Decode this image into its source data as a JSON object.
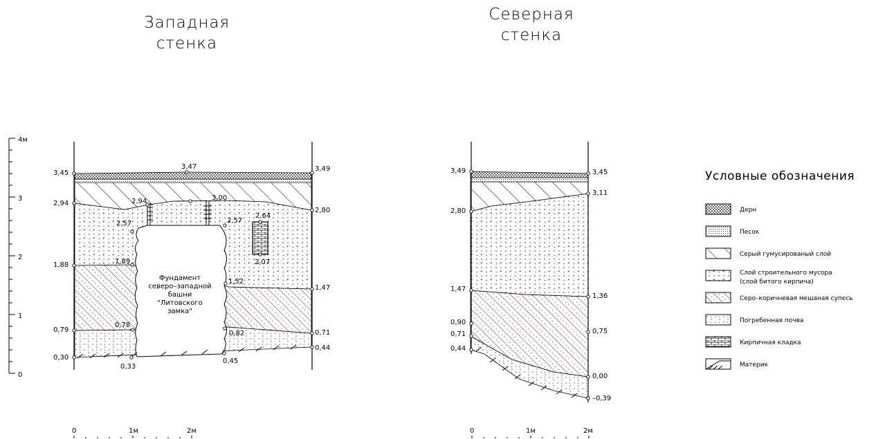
{
  "west_section": {
    "title_line1": "Западная",
    "title_line2": "стенка",
    "foundation_label": [
      "Фундамент",
      "северо–западной",
      "башни",
      "\"Литовского",
      "замка\""
    ],
    "elevations": {
      "left_top": "3,45",
      "left_turf_base": "2,94",
      "left_1_88": "1,88",
      "left_0_79": "0,79",
      "left_0_30": "0,30",
      "top_mid": "3,47",
      "right_top": "3,49",
      "right_2_80": "2,80",
      "right_1_47": "1,47",
      "right_0_71": "0,71",
      "right_0_44": "0,44",
      "inner_2_94": "2,94",
      "inner_3_00": "3,00",
      "inner_2_57_left": "2,57",
      "inner_2_57_right": "2,57",
      "inner_2_64": "2,64",
      "inner_2_07": "2,07",
      "inner_1_89": "1,89",
      "inner_1_52": "1,52",
      "inner_0_78": "0,78",
      "inner_0_82": "0,82",
      "bottom_0_33": "0,33",
      "bottom_0_45": "0,45"
    }
  },
  "north_section": {
    "title_line1": "Северная",
    "title_line2": "стенка",
    "elevations": {
      "left_top": "3,49",
      "left_2_80": "2,80",
      "left_1_47": "1,47",
      "left_0_90": "0,90",
      "left_0_71": "0,71",
      "left_0_44": "0,44",
      "right_top": "3,45",
      "right_3_11": "3,11",
      "right_1_36": "1,36",
      "right_0_75": "0,75",
      "right_0_00": "0,00",
      "right_neg": "–0,39"
    }
  },
  "vertical_scale": {
    "labels": [
      "4м",
      "3",
      "2",
      "1",
      "0"
    ]
  },
  "horizontal_scale": {
    "labels": [
      "0",
      "1м",
      "2м"
    ]
  },
  "legend": {
    "title": "Условные обозначения",
    "items": [
      {
        "label": "Дерн",
        "pattern": "turf"
      },
      {
        "label": "Песок",
        "pattern": "sand"
      },
      {
        "label": "Серый гумусированый слой",
        "pattern": "humus"
      },
      {
        "label": "Слой строительного мусора",
        "label2": "(слой битого кирпича)",
        "pattern": "debris"
      },
      {
        "label": "Серо–коричневая мешаная супесь",
        "pattern": "sandyloam"
      },
      {
        "label": "Погребенная почва",
        "pattern": "soil"
      },
      {
        "label": "Кирпичная кладка",
        "pattern": "brick"
      },
      {
        "label": "Материк",
        "pattern": "bedrock"
      }
    ]
  },
  "colors": {
    "ink": "#000000",
    "accent_red": "#d0021b"
  }
}
